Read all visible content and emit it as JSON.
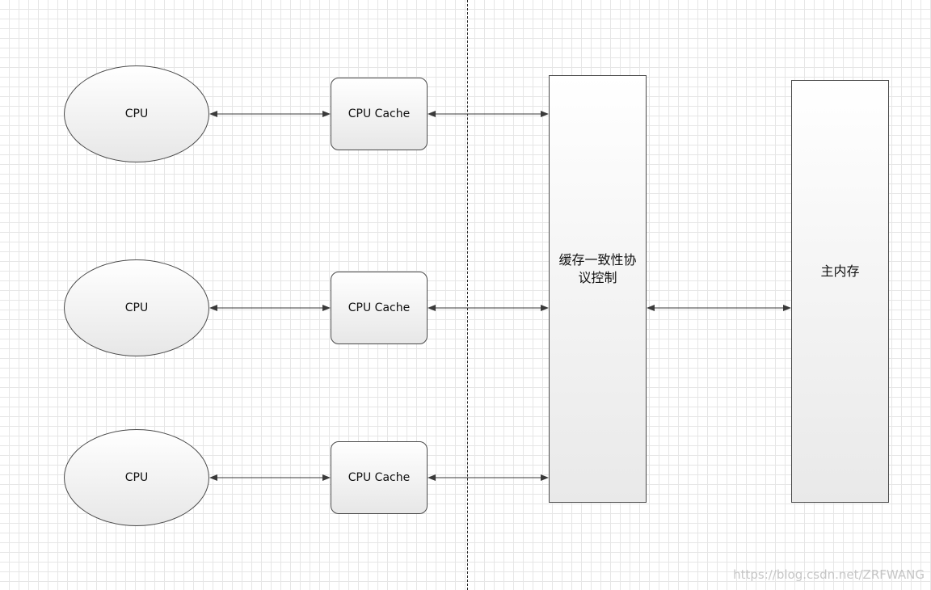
{
  "nodes": {
    "cpu_label": "CPU",
    "cache_label": "CPU Cache",
    "coherence_label": "缓存一致性协议控制",
    "memory_label": "主内存"
  },
  "watermark": "https://blog.csdn.net/ZRFWANG",
  "colors": {
    "stroke": "#4a4a4a",
    "grid": "#e6e6e6",
    "fill_top": "#ffffff",
    "fill_bottom": "#e7e7e7"
  }
}
